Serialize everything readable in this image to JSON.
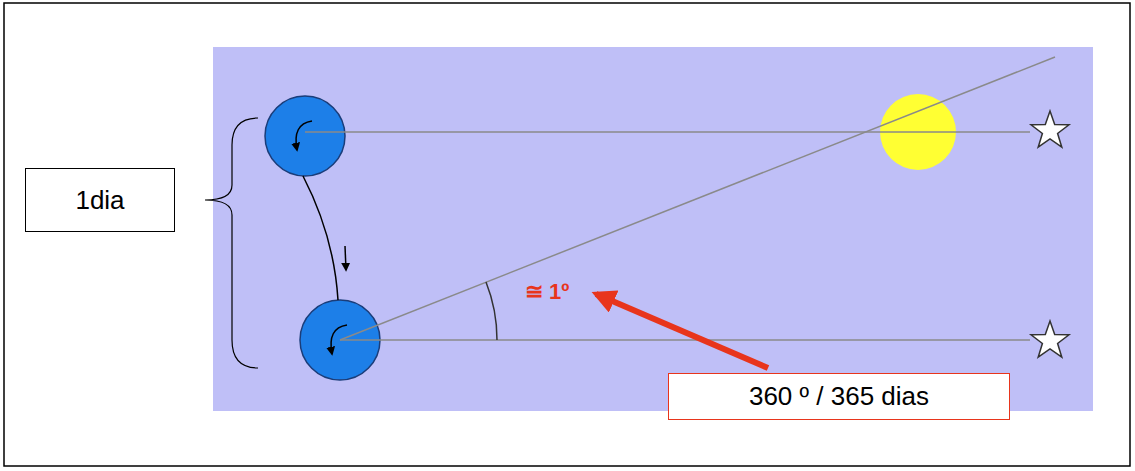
{
  "diagram": {
    "nodes": [
      {
        "text": [
          "1dia"
        ]
      },
      {
        "text": [
          "360 º / 365 dias"
        ]
      }
    ],
    "labels": [
      "≅ 1º"
    ]
  }
}
